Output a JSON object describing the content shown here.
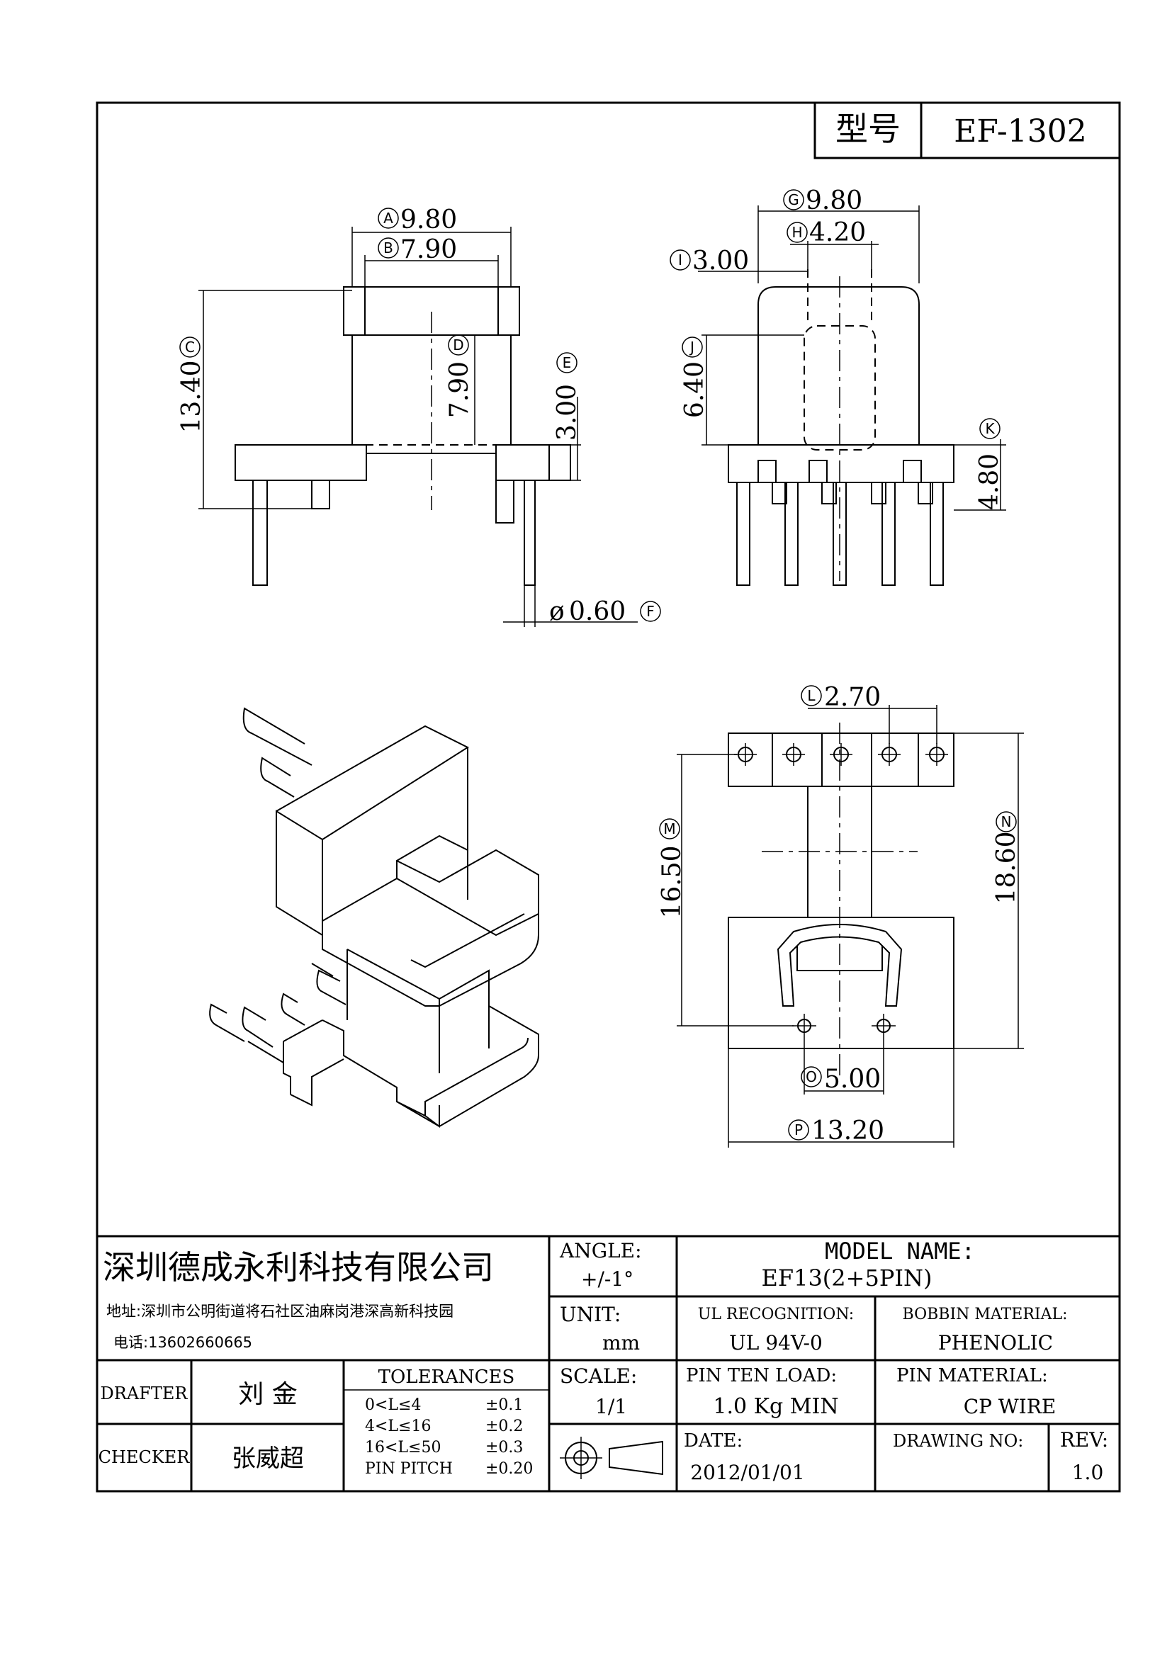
{
  "model_label": "型号",
  "model_number": "EF-1302",
  "dimensions": {
    "A": "9.80",
    "B": "7.90",
    "C": "13.40",
    "D": "7.90",
    "E": "3.00",
    "F": "0.60",
    "F_prefix": "ø",
    "G": "9.80",
    "H": "4.20",
    "I": "3.00",
    "J": "6.40",
    "K": "4.80",
    "L": "2.70",
    "M": "16.50",
    "N": "18.60",
    "O": "5.00",
    "P": "13.20"
  },
  "title_block": {
    "company": "深圳德成永利科技有限公司",
    "address": "地址:深圳市公明街道将石社区油麻岗港深高新科技园",
    "phone": "电话:13602660665",
    "angle_label": "ANGLE:",
    "angle_value": "+/-1°",
    "model_name_label": "MODEL NAME:",
    "model_name_value": "EF13(2+5PIN)",
    "unit_label": "UNIT:",
    "unit_value": "mm",
    "ul_label": "UL RECOGNITION:",
    "ul_value": "UL 94V-0",
    "bobbin_label": "BOBBIN MATERIAL:",
    "bobbin_value": "PHENOLIC",
    "drafter_label": "DRAFTER",
    "drafter_value": "刘 金",
    "checker_label": "CHECKER",
    "checker_value": "张威超",
    "tolerances_label": "TOLERANCES",
    "tolerances": [
      {
        "range": "0<L≤4",
        "value": "±0.1"
      },
      {
        "range": "4<L≤16",
        "value": "±0.2"
      },
      {
        "range": "16<L≤50",
        "value": "±0.3"
      },
      {
        "range": "PIN PITCH",
        "value": "±0.20"
      }
    ],
    "scale_label": "SCALE:",
    "scale_value": "1/1",
    "pin_load_label": "PIN TEN LOAD:",
    "pin_load_value": "1.0 Kg MIN",
    "pin_material_label": "PIN MATERIAL:",
    "pin_material_value": "CP WIRE",
    "date_label": "DATE:",
    "date_value": "2012/01/01",
    "drawing_no_label": "DRAWING NO:",
    "drawing_no_value": "",
    "rev_label": "REV:",
    "rev_value": "1.0"
  }
}
